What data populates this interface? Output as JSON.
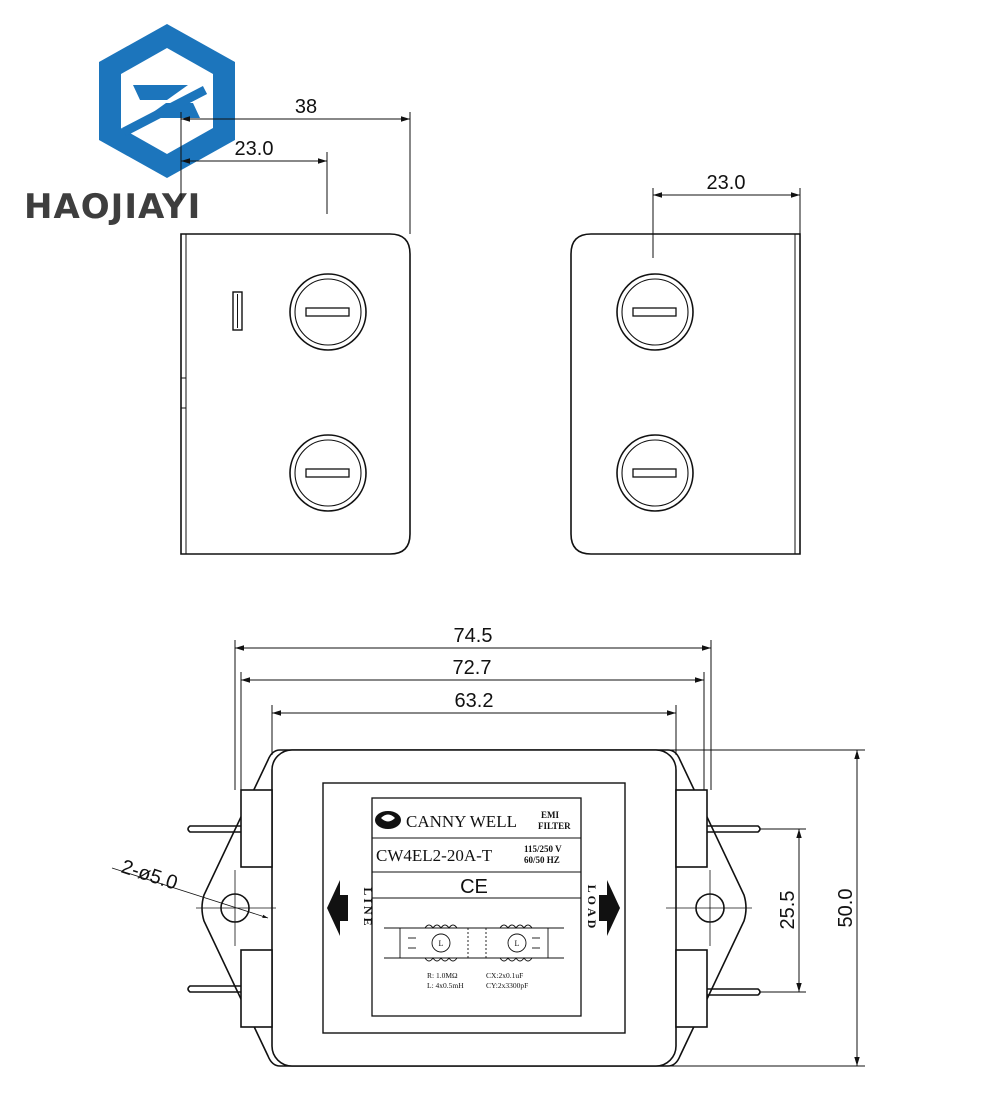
{
  "logo": {
    "text": "HAOJIAYI",
    "color": "#1c75bc"
  },
  "dimensions": {
    "overall_depth": "38",
    "terminal_offset_left": "23.0",
    "terminal_offset_right": "23.0",
    "flange_width": "74.5",
    "hole_spacing": "72.7",
    "body_width": "63.2",
    "mounting_holes": "2-ø5.0",
    "pin_spacing": "25.5",
    "body_height": "50.0"
  },
  "label": {
    "brand": "CANNY WELL",
    "product_type": [
      "EMI",
      "FILTER"
    ],
    "model": "CW4EL2-20A-T",
    "voltage": "115/250 V",
    "frequency": "60/50 HZ",
    "ce_mark": "CE",
    "line_text": "LINE",
    "load_text": "LOAD",
    "spec_r": "R: 1.0MΩ",
    "spec_l": "L: 4x0.5mH",
    "spec_cx": "CX:2x0.1uF",
    "spec_cy": "CY:2x3300pF",
    "coil_mark": "L"
  }
}
